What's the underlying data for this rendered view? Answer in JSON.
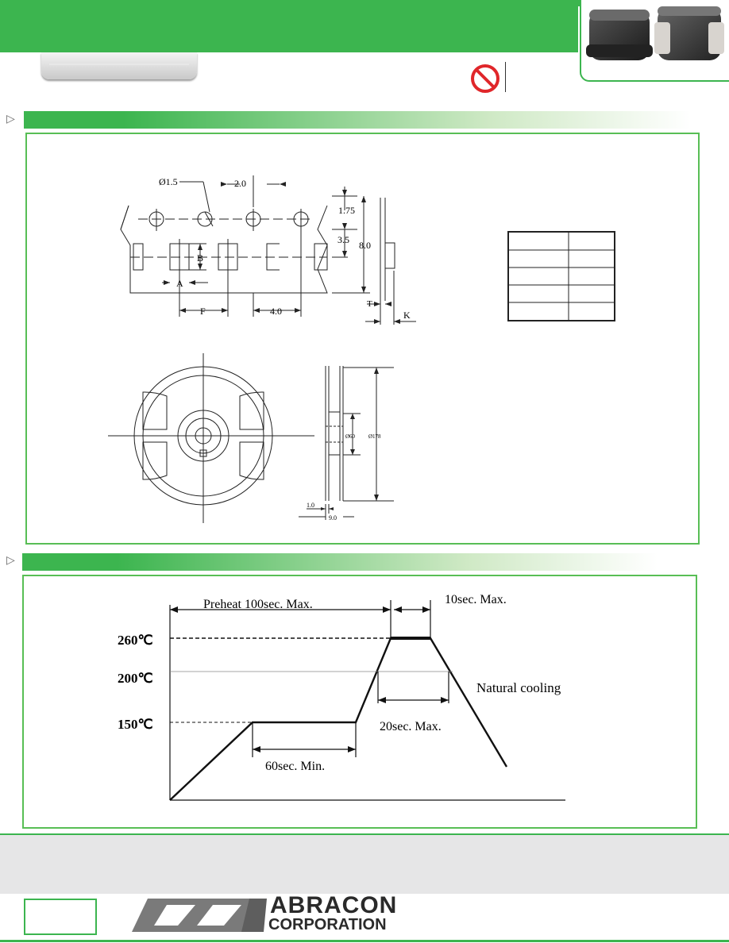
{
  "header": {
    "banner_color": "#3cb54f"
  },
  "tape_drawing": {
    "hole_dia": "Ø1.5",
    "pitch_2": "2.0",
    "dim_175": "1.75",
    "dim_35": "3.5",
    "dim_80": "8.0",
    "label_b": "B",
    "label_a": "A",
    "label_f": "F",
    "pitch_4": "4.0",
    "label_t": "T",
    "label_k": "K"
  },
  "reel_drawing": {
    "hub_dia": "Ø60",
    "reel_dia": "Ø178",
    "dim_10": "1.0",
    "dim_90": "9.0"
  },
  "profile": {
    "preheat": "Preheat 100sec. Max.",
    "peak_time": "10sec. Max.",
    "t260": "260℃",
    "t200": "200℃",
    "t150": "150℃",
    "cooling": "Natural cooling",
    "above200": "20sec. Max.",
    "soak": "60sec. Min."
  },
  "footer": {
    "logo_line1": "ABRACON",
    "logo_line2": "CORPORATION"
  }
}
